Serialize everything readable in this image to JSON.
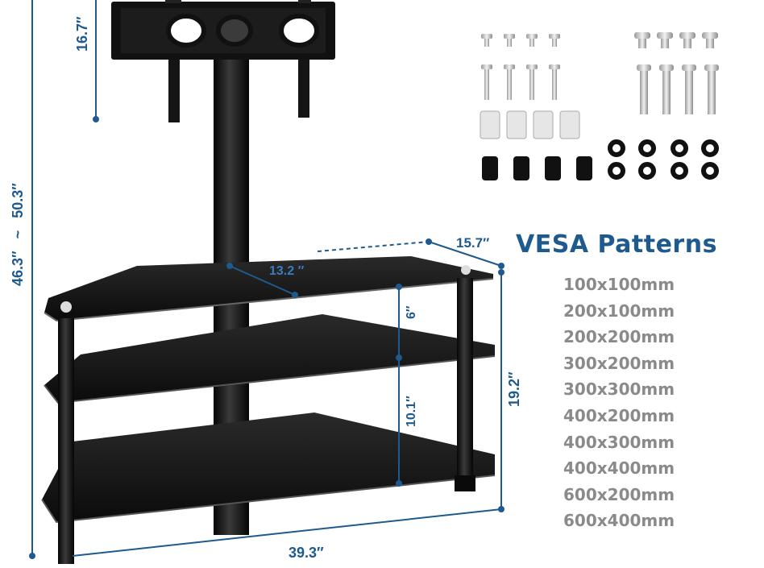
{
  "dimensions": {
    "mount_height": "16.7″",
    "total_height_min": "46.3″",
    "total_height_sep": "~",
    "total_height_max": "50.3″",
    "top_shelf_depth": "15.7″",
    "inner_depth": "13.2 ″",
    "upper_gap": "6″",
    "lower_gap": "10.1″",
    "shelf_height": "19.2″",
    "width": "39.3″"
  },
  "vesa": {
    "title": "VESA  Patterns",
    "patterns": [
      "100x100mm",
      "200x100mm",
      "200x200mm",
      "300x200mm",
      "300x300mm",
      "400x200mm",
      "400x300mm",
      "400x400mm",
      "600x200mm",
      "600x400mm"
    ]
  },
  "colors": {
    "dimension": "#1f5a8f",
    "glass": "#141414",
    "hardware": "#bfbfbf",
    "vesa_text": "#8a8a8a"
  }
}
